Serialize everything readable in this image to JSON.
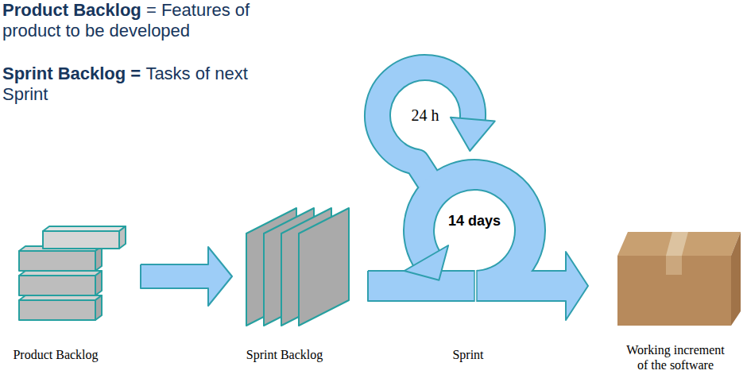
{
  "diagram": {
    "nodes": [
      {
        "text": [
          "Product Backlog"
        ]
      },
      {
        "text": [
          "Sprint Backlog"
        ]
      },
      {
        "text": [
          "24 h",
          "14 days",
          "Sprint"
        ]
      },
      {
        "text": [
          "Working increment of the software"
        ]
      }
    ],
    "edges": [
      {
        "from": 0,
        "to": 1,
        "arrow": "to"
      },
      {
        "from": 1,
        "to": 2,
        "arrow": "none"
      },
      {
        "from": 2,
        "to": 3,
        "arrow": "to"
      }
    ],
    "labels": [
      "Product Backlog",
      "= Features of product to be developed",
      "Sprint Backlog =",
      "Tasks of next Sprint"
    ]
  }
}
